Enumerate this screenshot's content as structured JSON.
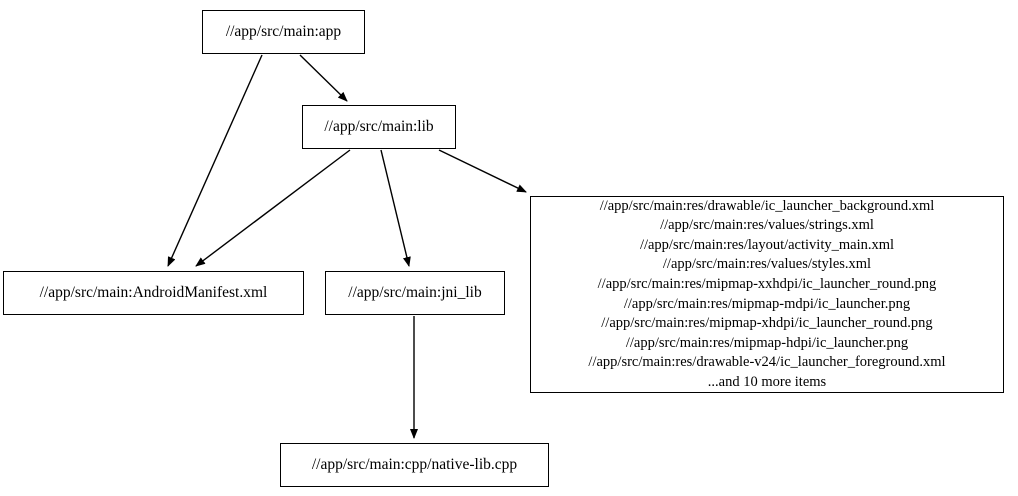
{
  "graph": {
    "type": "dependency-graph",
    "background_color": "#ffffff",
    "node_border_color": "#000000",
    "edge_color": "#000000",
    "text_color": "#000000",
    "nodes": [
      {
        "id": "app",
        "label": "//app/src/main:app"
      },
      {
        "id": "lib",
        "label": "//app/src/main:lib"
      },
      {
        "id": "manifest",
        "label": "//app/src/main:AndroidManifest.xml"
      },
      {
        "id": "jni",
        "label": "//app/src/main:jni_lib"
      },
      {
        "id": "cpp",
        "label": "//app/src/main:cpp/native-lib.cpp"
      },
      {
        "id": "res",
        "label": "//app/src/main:res/drawable/ic_launcher_background.xml",
        "lines": [
          "//app/src/main:res/drawable/ic_launcher_background.xml",
          "//app/src/main:res/values/strings.xml",
          "//app/src/main:res/layout/activity_main.xml",
          "//app/src/main:res/values/styles.xml",
          "//app/src/main:res/mipmap-xxhdpi/ic_launcher_round.png",
          "//app/src/main:res/mipmap-mdpi/ic_launcher.png",
          "//app/src/main:res/mipmap-xhdpi/ic_launcher_round.png",
          "//app/src/main:res/mipmap-hdpi/ic_launcher.png",
          "//app/src/main:res/drawable-v24/ic_launcher_foreground.xml",
          "...and 10 more items"
        ]
      }
    ],
    "edges": [
      {
        "from": "app",
        "to": "lib"
      },
      {
        "from": "app",
        "to": "manifest"
      },
      {
        "from": "lib",
        "to": "manifest"
      },
      {
        "from": "lib",
        "to": "jni"
      },
      {
        "from": "lib",
        "to": "res"
      },
      {
        "from": "jni",
        "to": "cpp"
      }
    ]
  }
}
